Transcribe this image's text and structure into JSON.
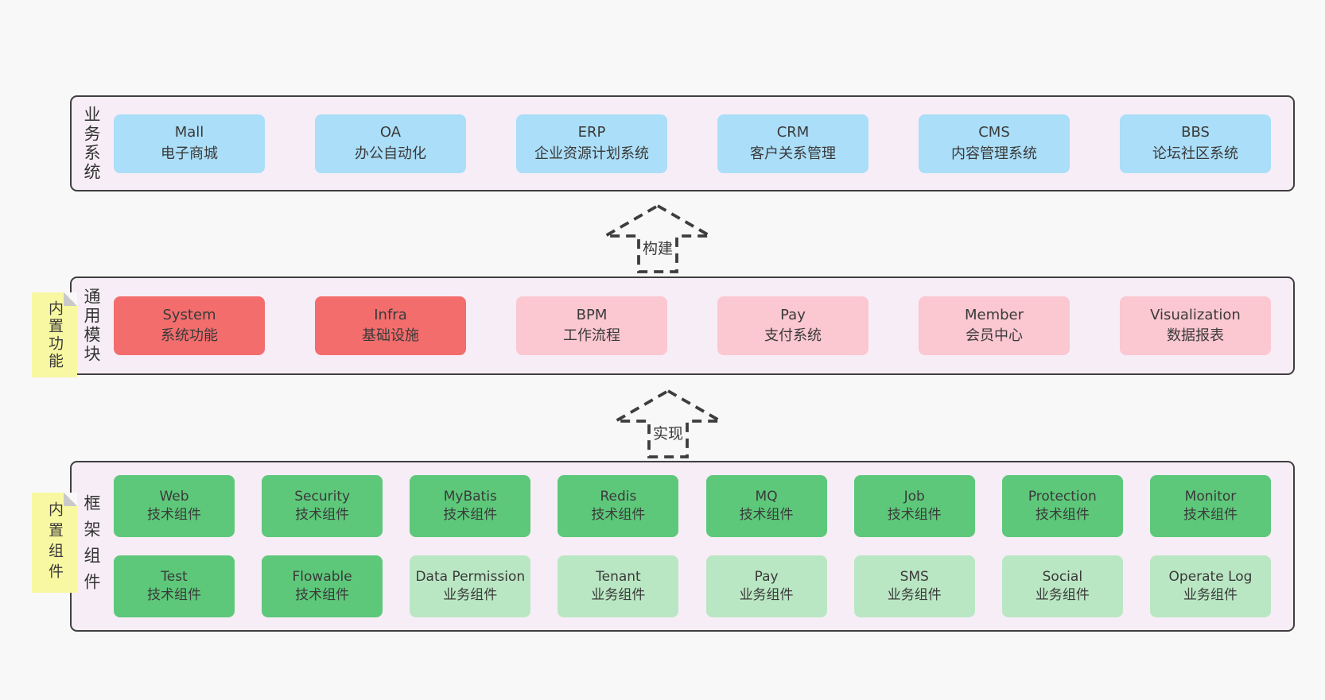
{
  "diagram": {
    "layers": [
      {
        "label": "业务系统",
        "boxes": [
          {
            "name": "Mall",
            "sub": "电子商城"
          },
          {
            "name": "OA",
            "sub": "办公自动化"
          },
          {
            "name": "ERP",
            "sub": "企业资源计划系统"
          },
          {
            "name": "CRM",
            "sub": "客户关系管理"
          },
          {
            "name": "CMS",
            "sub": "内容管理系统"
          },
          {
            "name": "BBS",
            "sub": "论坛社区系统"
          }
        ]
      },
      {
        "label": "通用模块",
        "note": "内置功能",
        "boxes": [
          {
            "name": "System",
            "sub": "系统功能"
          },
          {
            "name": "Infra",
            "sub": "基础设施"
          },
          {
            "name": "BPM",
            "sub": "工作流程"
          },
          {
            "name": "Pay",
            "sub": "支付系统"
          },
          {
            "name": "Member",
            "sub": "会员中心"
          },
          {
            "name": "Visualization",
            "sub": "数据报表"
          }
        ]
      },
      {
        "label": "框架组件",
        "note": "内置组件",
        "rows": [
          [
            {
              "name": "Web",
              "sub": "技术组件"
            },
            {
              "name": "Security",
              "sub": "技术组件"
            },
            {
              "name": "MyBatis",
              "sub": "技术组件"
            },
            {
              "name": "Redis",
              "sub": "技术组件"
            },
            {
              "name": "MQ",
              "sub": "技术组件"
            },
            {
              "name": "Job",
              "sub": "技术组件"
            },
            {
              "name": "Protection",
              "sub": "技术组件"
            },
            {
              "name": "Monitor",
              "sub": "技术组件"
            }
          ],
          [
            {
              "name": "Test",
              "sub": "技术组件"
            },
            {
              "name": "Flowable",
              "sub": "技术组件"
            },
            {
              "name": "Data Permission",
              "sub": "业务组件"
            },
            {
              "name": "Tenant",
              "sub": "业务组件"
            },
            {
              "name": "Pay",
              "sub": "业务组件"
            },
            {
              "name": "SMS",
              "sub": "业务组件"
            },
            {
              "name": "Social",
              "sub": "业务组件"
            },
            {
              "name": "Operate Log",
              "sub": "业务组件"
            }
          ]
        ]
      }
    ],
    "arrows": [
      {
        "label": "构建"
      },
      {
        "label": "实现"
      }
    ],
    "colors": {
      "background": "#f8f8f8",
      "container_fill": "#f7edf6",
      "container_border": "#3f3f3f",
      "business_box": "#abdef8",
      "core_module_box": "#f36d6d",
      "optional_module_box": "#fbc7d1",
      "tech_component_box": "#5dc87a",
      "biz_component_box": "#bae7c3",
      "sticky_note": "#f9f8a2"
    }
  }
}
